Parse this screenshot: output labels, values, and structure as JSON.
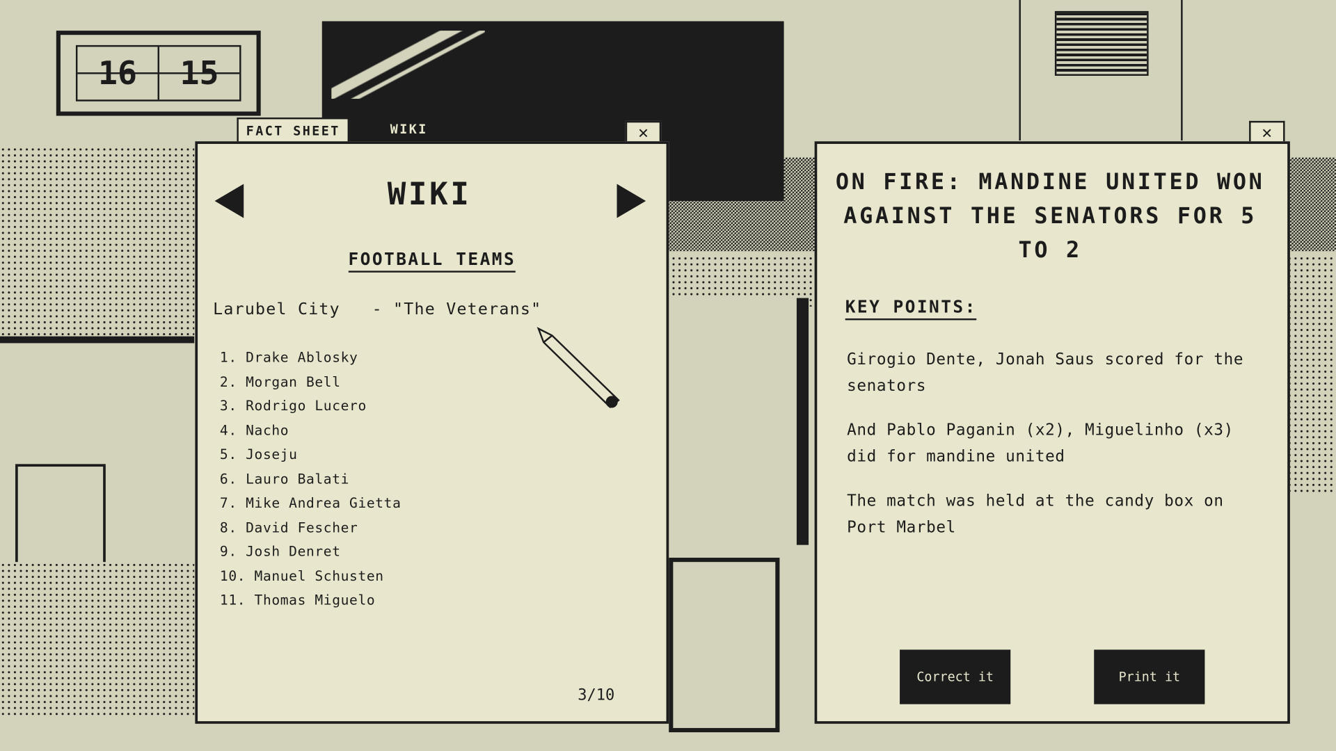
{
  "clock": {
    "hours": "16",
    "minutes": "15"
  },
  "tabs": [
    {
      "label": "FACT SHEET"
    },
    {
      "label": "WIKI"
    }
  ],
  "wiki": {
    "title": "WIKI",
    "section": "FOOTBALL TEAMS",
    "team": "Larubel City   - \"The Veterans\"",
    "players": [
      "1. Drake Ablosky",
      "2. Morgan Bell",
      "3. Rodrigo Lucero",
      "4. Nacho",
      "5. Joseju",
      "6. Lauro Balati",
      "7. Mike Andrea Gietta",
      "8. David Fescher",
      "9. Josh Denret",
      "10. Manuel Schusten",
      "11. Thomas Miguelo"
    ],
    "page": "3/10"
  },
  "article": {
    "headline": "ON FIRE: MANDINE UNITED WON AGAINST THE SENATORS FOR 5 TO 2",
    "key_points_label": "KEY POINTS:",
    "points": [
      "Girogio Dente, Jonah Saus scored for the senators",
      "And Pablo Paganin (x2), Miguelinho (x3) did for mandine united",
      "The match was held at the candy box on Port Marbel"
    ],
    "correct_label": "Correct it",
    "print_label": "Print it"
  },
  "colors": {
    "ink": "#1c1c1c",
    "paper": "#e8e7cd",
    "background": "#d3d2bb"
  }
}
